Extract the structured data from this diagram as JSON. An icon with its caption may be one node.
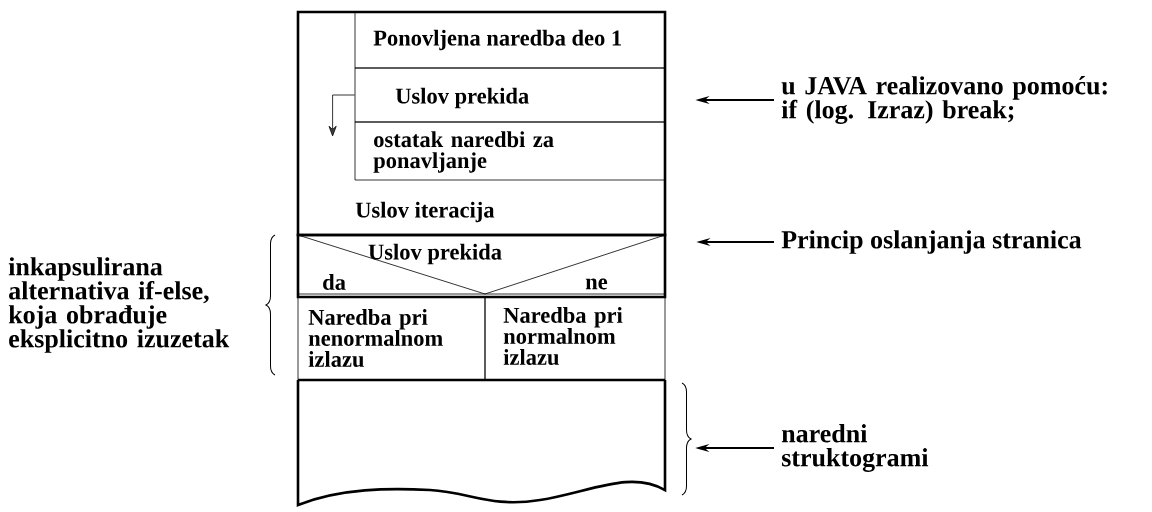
{
  "diagram": {
    "nodes": [
      {
        "text": [
          "Uslov iteracija"
        ]
      },
      {
        "text": [
          "Ponovljena naredba deo 1"
        ],
        "in": 0
      },
      {
        "text": [
          "Uslov prekida"
        ],
        "in": 0
      },
      {
        "text": [
          "ostatak naredbi za ponavljanje"
        ],
        "in": 0
      },
      {
        "text": [
          "Uslov prekida",
          "da",
          "ne"
        ]
      },
      {
        "text": [
          "Naredba pri nenormalnom izlazu"
        ]
      },
      {
        "text": [
          "Naredba pri normalnom izlazu"
        ]
      },
      {
        "text": [],
        "shape": "box"
      },
      {
        "text": [
          "u JAVA realizovano pomoću: if (log. Izraz) break;"
        ]
      },
      {
        "text": [
          "Princip oslanjanja stranica"
        ]
      },
      {
        "text": [
          "naredni struktogrami"
        ]
      }
    ],
    "edges": [
      {
        "from": 2,
        "to": null,
        "arrow": "to"
      },
      {
        "from": 8,
        "to": 2,
        "arrow": "to"
      },
      {
        "from": 9,
        "to": 4,
        "arrow": "to"
      },
      {
        "from": 10,
        "to": 7,
        "arrow": "to"
      }
    ],
    "labels": [
      "inkapsulirana alternativa if-else, koja obrađuje eksplicitno izuzetak"
    ]
  }
}
